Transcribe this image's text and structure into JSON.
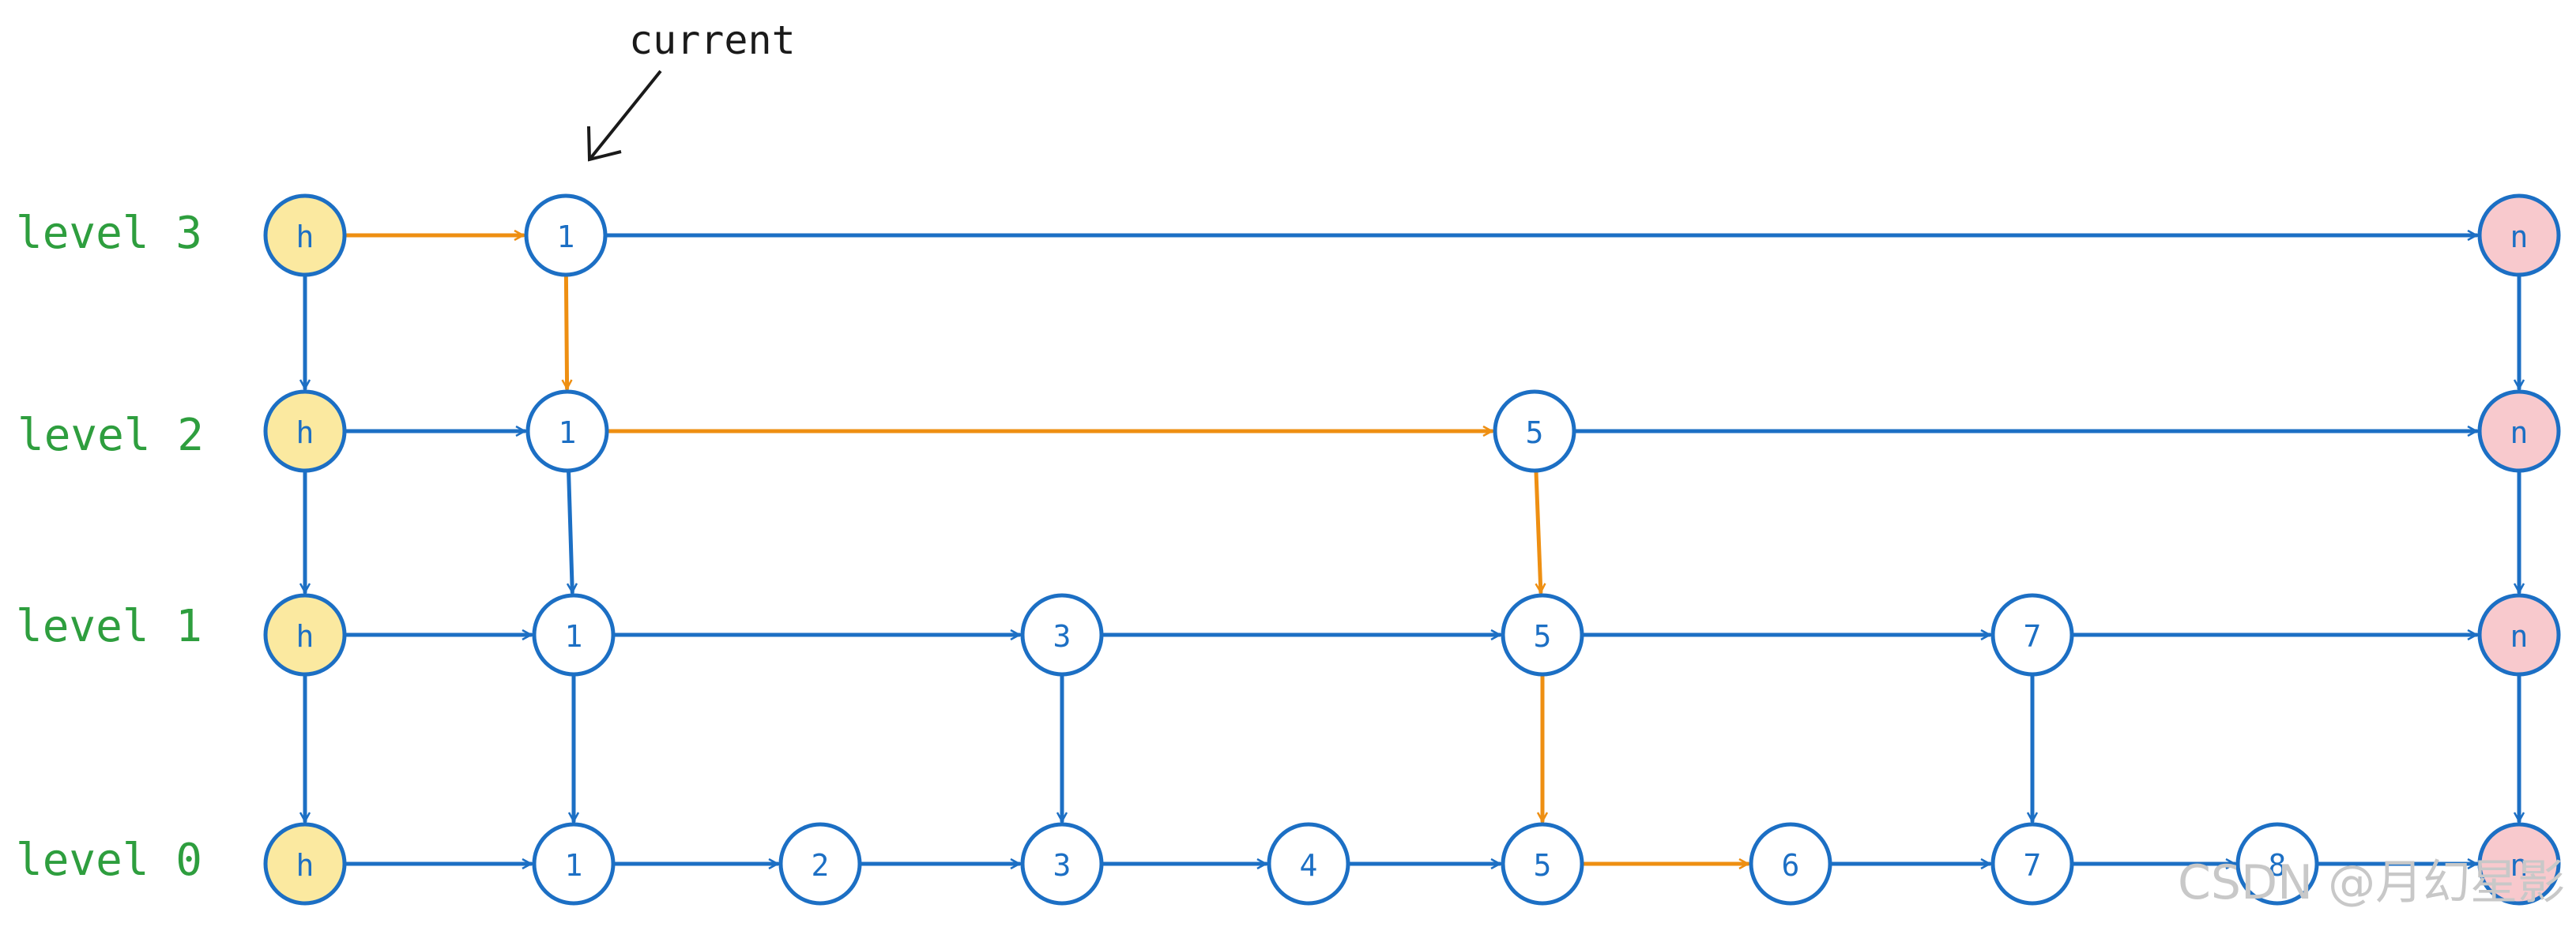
{
  "colors": {
    "blue": "#1c6fc4",
    "orange": "#ee8f12",
    "green": "#2e9e3e",
    "head_fill": "#fbe9a0",
    "nil_fill": "#f8c9cd",
    "node_fill": "#ffffff",
    "black": "#1a1a1a",
    "watermark": "#c8c8c8"
  },
  "annotation": {
    "text": "current"
  },
  "watermark": {
    "text": "CSDN @月幻星影"
  },
  "levels": [
    {
      "label": "level 3",
      "level": 3
    },
    {
      "label": "level 2",
      "level": 2
    },
    {
      "label": "level 1",
      "level": 1
    },
    {
      "label": "level 0",
      "level": 0
    }
  ],
  "node_kinds": {
    "head": "h",
    "nil": "n"
  },
  "nodes": [
    {
      "id": "h3",
      "label": "h",
      "kind": "head",
      "level": 3
    },
    {
      "id": "a3",
      "label": "1",
      "kind": "node",
      "level": 3
    },
    {
      "id": "n3",
      "label": "n",
      "kind": "nil",
      "level": 3
    },
    {
      "id": "h2",
      "label": "h",
      "kind": "head",
      "level": 2
    },
    {
      "id": "a2",
      "label": "1",
      "kind": "node",
      "level": 2
    },
    {
      "id": "e2",
      "label": "5",
      "kind": "node",
      "level": 2
    },
    {
      "id": "n2",
      "label": "n",
      "kind": "nil",
      "level": 2
    },
    {
      "id": "h1",
      "label": "h",
      "kind": "head",
      "level": 1
    },
    {
      "id": "a1",
      "label": "1",
      "kind": "node",
      "level": 1
    },
    {
      "id": "c1",
      "label": "3",
      "kind": "node",
      "level": 1
    },
    {
      "id": "e1",
      "label": "5",
      "kind": "node",
      "level": 1
    },
    {
      "id": "g1",
      "label": "7",
      "kind": "node",
      "level": 1
    },
    {
      "id": "n1",
      "label": "n",
      "kind": "nil",
      "level": 1
    },
    {
      "id": "h0",
      "label": "h",
      "kind": "head",
      "level": 0
    },
    {
      "id": "a0",
      "label": "1",
      "kind": "node",
      "level": 0
    },
    {
      "id": "b0",
      "label": "2",
      "kind": "node",
      "level": 0
    },
    {
      "id": "c0",
      "label": "3",
      "kind": "node",
      "level": 0
    },
    {
      "id": "d0",
      "label": "4",
      "kind": "node",
      "level": 0
    },
    {
      "id": "e0",
      "label": "5",
      "kind": "node",
      "level": 0
    },
    {
      "id": "f0",
      "label": "6",
      "kind": "node",
      "level": 0
    },
    {
      "id": "g0",
      "label": "7",
      "kind": "node",
      "level": 0
    },
    {
      "id": "i0",
      "label": "8",
      "kind": "node",
      "level": 0
    },
    {
      "id": "n0",
      "label": "n",
      "kind": "nil",
      "level": 0
    }
  ],
  "edges": [
    {
      "from": "h3",
      "to": "a3",
      "color": "orange"
    },
    {
      "from": "a3",
      "to": "n3",
      "color": "blue"
    },
    {
      "from": "h3",
      "to": "h2",
      "color": "blue"
    },
    {
      "from": "a3",
      "to": "a2",
      "color": "orange"
    },
    {
      "from": "n3",
      "to": "n2",
      "color": "blue"
    },
    {
      "from": "h2",
      "to": "a2",
      "color": "blue"
    },
    {
      "from": "a2",
      "to": "e2",
      "color": "orange"
    },
    {
      "from": "e2",
      "to": "n2",
      "color": "blue"
    },
    {
      "from": "h2",
      "to": "h1",
      "color": "blue"
    },
    {
      "from": "a2",
      "to": "a1",
      "color": "blue"
    },
    {
      "from": "e2",
      "to": "e1",
      "color": "orange"
    },
    {
      "from": "n2",
      "to": "n1",
      "color": "blue"
    },
    {
      "from": "h1",
      "to": "a1",
      "color": "blue"
    },
    {
      "from": "a1",
      "to": "c1",
      "color": "blue"
    },
    {
      "from": "c1",
      "to": "e1",
      "color": "blue"
    },
    {
      "from": "e1",
      "to": "g1",
      "color": "blue"
    },
    {
      "from": "g1",
      "to": "n1",
      "color": "blue"
    },
    {
      "from": "h1",
      "to": "h0",
      "color": "blue"
    },
    {
      "from": "a1",
      "to": "a0",
      "color": "blue"
    },
    {
      "from": "c1",
      "to": "c0",
      "color": "blue"
    },
    {
      "from": "e1",
      "to": "e0",
      "color": "orange"
    },
    {
      "from": "g1",
      "to": "g0",
      "color": "blue"
    },
    {
      "from": "n1",
      "to": "n0",
      "color": "blue"
    },
    {
      "from": "h0",
      "to": "a0",
      "color": "blue"
    },
    {
      "from": "a0",
      "to": "b0",
      "color": "blue"
    },
    {
      "from": "b0",
      "to": "c0",
      "color": "blue"
    },
    {
      "from": "c0",
      "to": "d0",
      "color": "blue"
    },
    {
      "from": "d0",
      "to": "e0",
      "color": "blue"
    },
    {
      "from": "e0",
      "to": "f0",
      "color": "orange"
    },
    {
      "from": "f0",
      "to": "g0",
      "color": "blue"
    },
    {
      "from": "g0",
      "to": "i0",
      "color": "blue"
    },
    {
      "from": "i0",
      "to": "n0",
      "color": "blue"
    }
  ]
}
